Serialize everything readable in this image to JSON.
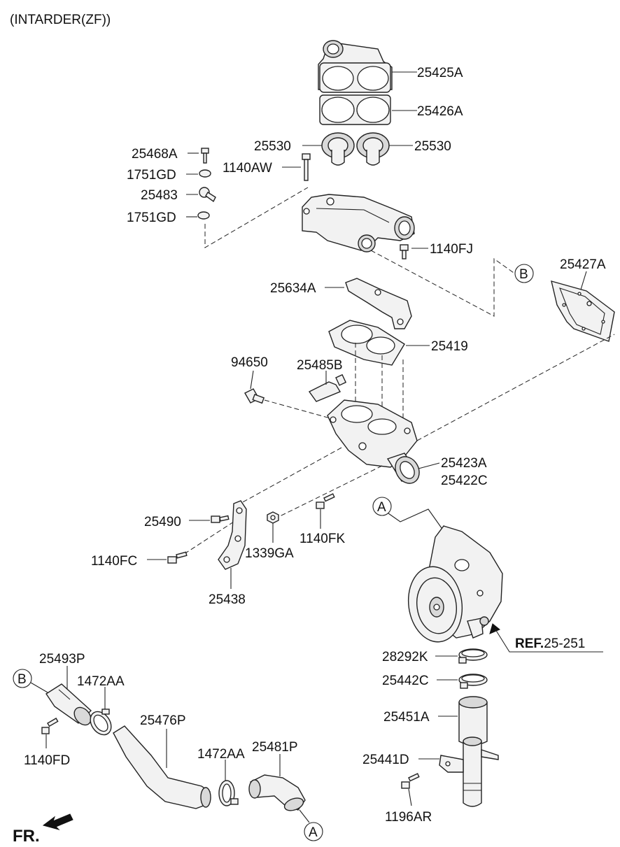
{
  "title": "(INTARDER(ZF))",
  "labels": {
    "p25425A": "25425A",
    "p25426A": "25426A",
    "p25530_left": "25530",
    "p25530_right": "25530",
    "p25468A": "25468A",
    "p1751GD_top": "1751GD",
    "p1140AW": "1140AW",
    "p25483": "25483",
    "p1751GD_bottom": "1751GD",
    "p1140FJ": "1140FJ",
    "p25427A": "25427A",
    "p25634A": "25634A",
    "p25419": "25419",
    "p94650": "94650",
    "p25485B": "25485B",
    "p25423A": "25423A",
    "p25422C": "25422C",
    "p25490": "25490",
    "p1140FC": "1140FC",
    "p1339GA": "1339GA",
    "p1140FK": "1140FK",
    "p25438": "25438",
    "p28292K": "28292K",
    "p25442C": "25442C",
    "p25451A": "25451A",
    "p25441D": "25441D",
    "p1196AR": "1196AR",
    "p25493P": "25493P",
    "p1472AA_left": "1472AA",
    "p25476P": "25476P",
    "p1472AA_right": "1472AA",
    "p25481P": "25481P",
    "p1140FD": "1140FD"
  },
  "callouts": {
    "b_right": "B",
    "a_top": "A",
    "b_left": "B",
    "a_bottom": "A"
  },
  "ref": {
    "bold": "REF.",
    "number": "25-251"
  },
  "front": "FR."
}
